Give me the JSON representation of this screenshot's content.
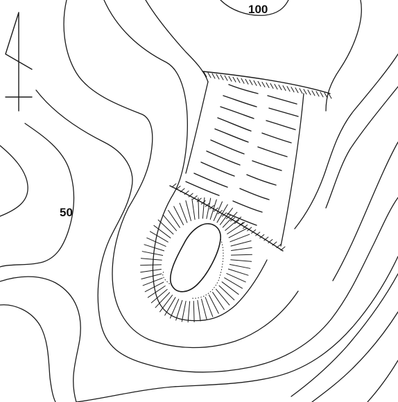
{
  "map": {
    "contour_labels": [
      {
        "id": "contour-label-100",
        "text": "100"
      },
      {
        "id": "contour-label-50",
        "text": "50"
      }
    ],
    "colors": {
      "ink": "#1a1a1a",
      "paper": "#ffffff"
    },
    "icons": [
      "north-arrow-icon"
    ]
  }
}
